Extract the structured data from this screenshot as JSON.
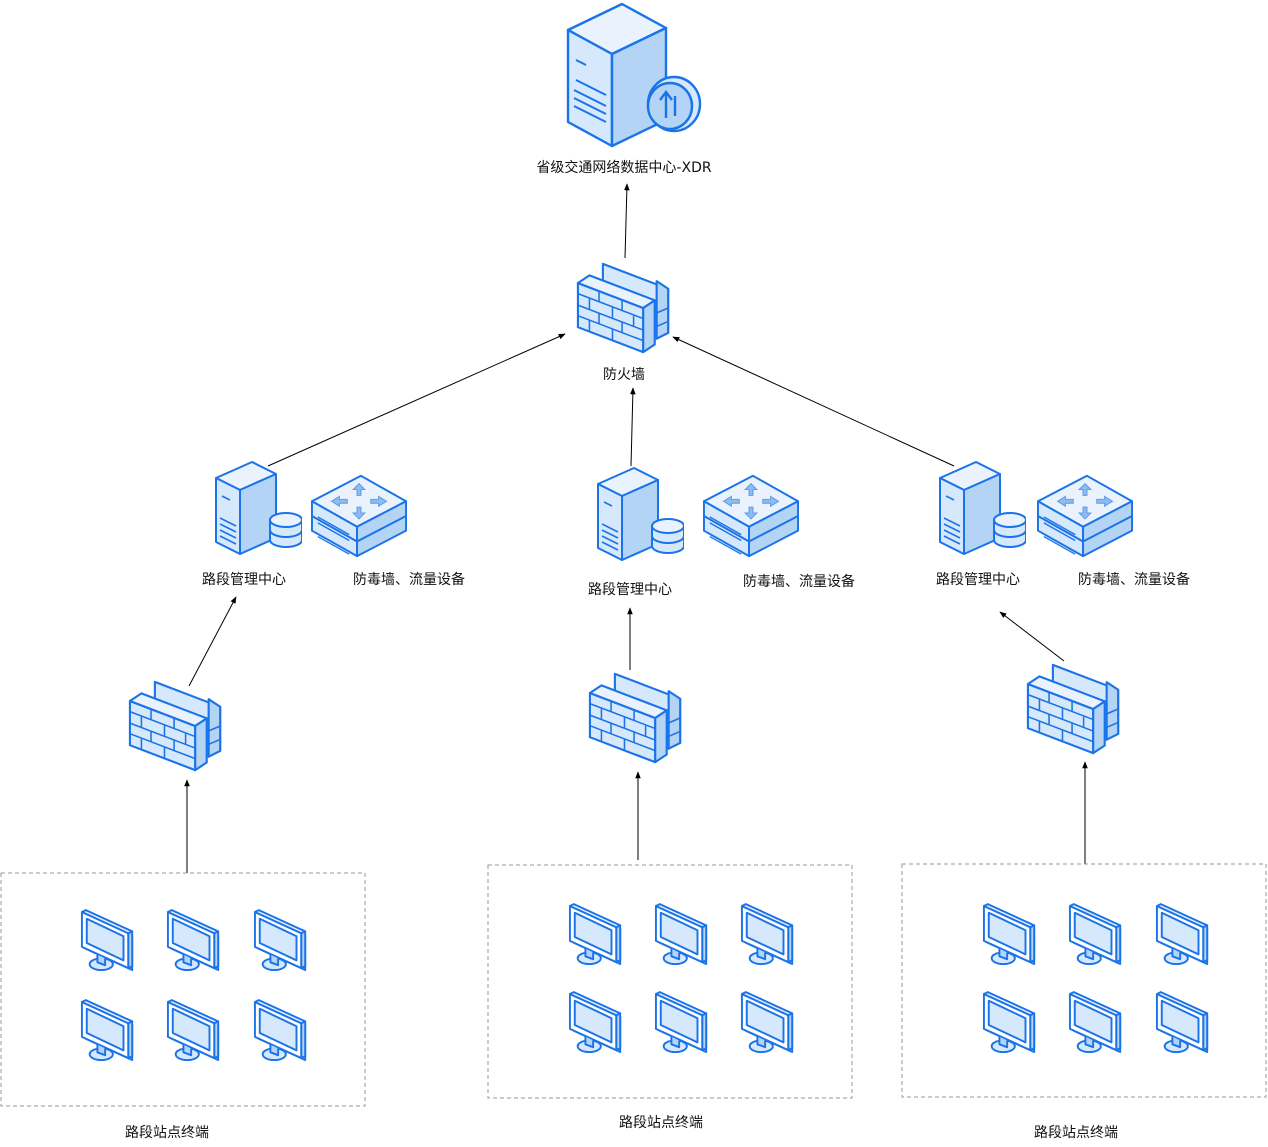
{
  "colors": {
    "stroke": "#1a73e8",
    "fill_light": "#d6e8fb",
    "fill_mid": "#b3d4f5",
    "edge": "#000000",
    "dashed_border": "#999999"
  },
  "datacenter": {
    "label": "省级交通网络数据中心-XDR",
    "icon": "server-upload-icon"
  },
  "core_firewall": {
    "label": "防火墙",
    "icon": "firewall-icon"
  },
  "segments": [
    {
      "mgmt_label": "路段管理中心",
      "device_label": "防毒墙、流量设备",
      "station_label": "路段站点终端",
      "terminal_count": 6
    },
    {
      "mgmt_label": "路段管理中心",
      "device_label": "防毒墙、流量设备",
      "station_label": "路段站点终端",
      "terminal_count": 6
    },
    {
      "mgmt_label": "路段管理中心",
      "device_label": "防毒墙、流量设备",
      "station_label": "路段站点终端",
      "terminal_count": 6
    }
  ]
}
